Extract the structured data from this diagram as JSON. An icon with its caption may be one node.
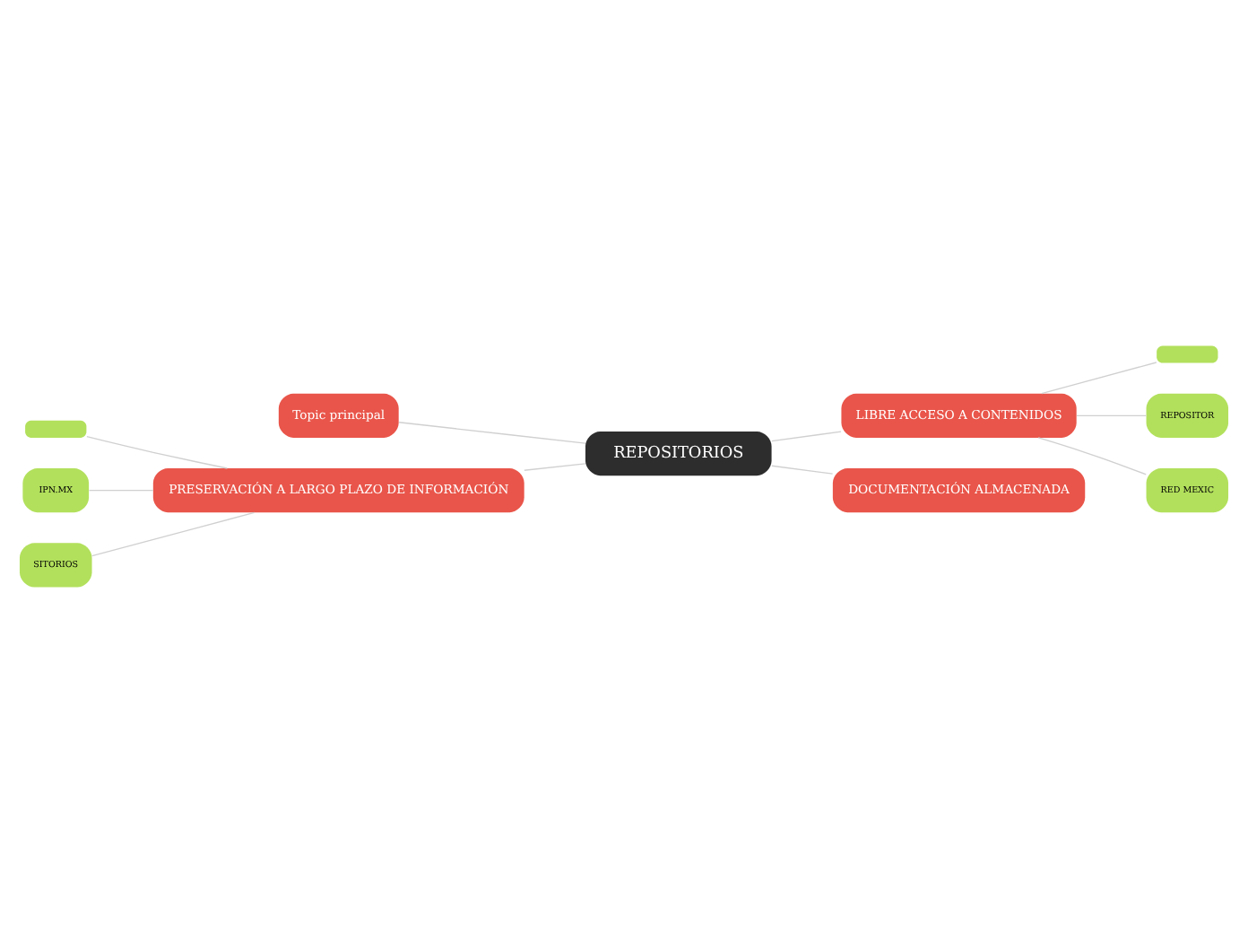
{
  "diagram": {
    "nodes": [
      {
        "text": [
          "REPOSITORIOS"
        ]
      },
      {
        "text": [
          "Topic principal"
        ]
      },
      {
        "text": [
          "LIBRE ACCESO A CONTENIDOS"
        ]
      },
      {
        "text": [],
        "shape": "box"
      },
      {
        "text": [
          "REPOSITOR"
        ]
      },
      {
        "text": [
          "RED MEXIC"
        ]
      },
      {
        "text": [
          "PRESERVACIÓN A LARGO PLAZO DE INFORMACIÓN"
        ]
      },
      {
        "text": [],
        "shape": "box"
      },
      {
        "text": [
          "IPN.MX"
        ]
      },
      {
        "text": [
          "SITORIOS"
        ]
      },
      {
        "text": [
          "DOCUMENTACIÓN ALMACENADA"
        ]
      }
    ],
    "edges": [
      {
        "from": 0,
        "to": 1,
        "arrow": "none"
      },
      {
        "from": 0,
        "to": 2,
        "arrow": "none"
      },
      {
        "from": 2,
        "to": 3,
        "arrow": "none"
      },
      {
        "from": 2,
        "to": 4,
        "arrow": "none"
      },
      {
        "from": 2,
        "to": 5,
        "arrow": "none"
      },
      {
        "from": 0,
        "to": 6,
        "arrow": "none"
      },
      {
        "from": 6,
        "to": 7,
        "arrow": "none"
      },
      {
        "from": 6,
        "to": 8,
        "arrow": "none"
      },
      {
        "from": 6,
        "to": 9,
        "arrow": "none"
      },
      {
        "from": 0,
        "to": 10,
        "arrow": "none"
      }
    ]
  }
}
